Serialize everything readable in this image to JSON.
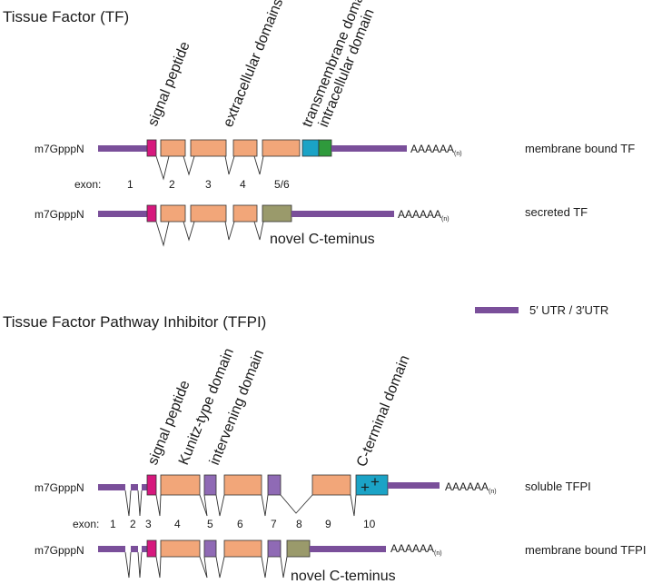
{
  "colors": {
    "utr": "#7a4f9a",
    "signal": "#d6187d",
    "orange": "#f2a679",
    "olive": "#9a9a6b",
    "teal": "#1ba3c6",
    "green": "#2f9a3c",
    "violet": "#8f6ab5",
    "stroke": "#333333"
  },
  "tf": {
    "title": "Tissue Factor (TF)",
    "cap": "m7GpppN",
    "polyA": "AAAAAA",
    "polyA_sub": "(n)",
    "exon_label": "exon:",
    "exons": [
      "1",
      "2",
      "3",
      "4",
      "5/6"
    ],
    "domains": {
      "signal": "signal peptide",
      "extracellular": "extracellular domains",
      "transmembrane": "transmembrane domain",
      "intracellular": "intracellular domain"
    },
    "novel": "novel C-teminus",
    "isoforms": [
      "membrane bound TF",
      "secreted TF"
    ]
  },
  "legend": {
    "label": "5′ UTR / 3′UTR"
  },
  "tfpi": {
    "title": "Tissue Factor Pathway Inhibitor (TFPI)",
    "cap": "m7GpppN",
    "polyA": "AAAAAA",
    "polyA_sub": "(n)",
    "exon_label": "exon:",
    "exons": [
      "1",
      "2",
      "3",
      "4",
      "5",
      "6",
      "7",
      "8",
      "9",
      "10"
    ],
    "domains": {
      "signal": "signal peptide",
      "kunitz": "Kunitz-type domain",
      "intervening": "intervening domain",
      "cterminal": "C-terminal domain"
    },
    "charge": "+",
    "novel": "novel C-teminus",
    "isoforms": [
      "soluble TFPI",
      "membrane bound TFPI"
    ]
  }
}
